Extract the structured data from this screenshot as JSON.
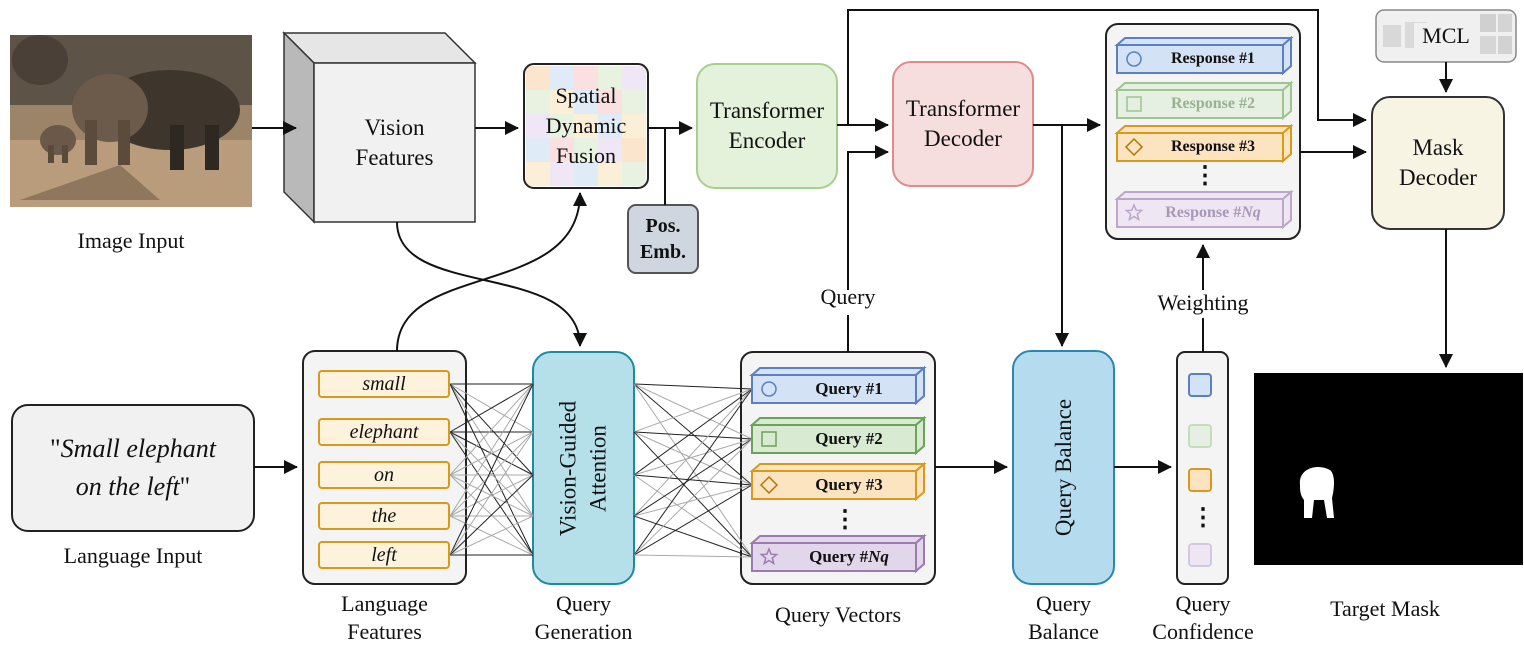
{
  "captions": {
    "image_input": "Image Input",
    "language_input": "Language Input",
    "language_features_1": "Language",
    "language_features_2": "Features",
    "query_generation_1": "Query",
    "query_generation_2": "Generation",
    "query_vectors": "Query Vectors",
    "query_balance_1": "Query",
    "query_balance_2": "Balance",
    "query_confidence_1": "Query",
    "query_confidence_2": "Confidence",
    "target_mask": "Target Mask",
    "query_arrow": "Query",
    "weighting": "Weighting"
  },
  "blocks": {
    "vision_features_1": "Vision",
    "vision_features_2": "Features",
    "sdf_1": "Spatial",
    "sdf_2": "Dynamic",
    "sdf_3": "Fusion",
    "pos_emb_1": "Pos.",
    "pos_emb_2": "Emb.",
    "transformer_encoder_1": "Transformer",
    "transformer_encoder_2": "Encoder",
    "transformer_decoder_1": "Transformer",
    "transformer_decoder_2": "Decoder",
    "mcl": "MCL",
    "mask_decoder_1": "Mask",
    "mask_decoder_2": "Decoder",
    "vision_guided_attention_1": "Vision-Guided",
    "vision_guided_attention_2": "Attention",
    "query_balance": "Query Balance"
  },
  "language_input": {
    "text_line1": "Small elephant",
    "text_line2": "on the left",
    "quote_open": "\"",
    "quote_close": "\""
  },
  "words": [
    "small",
    "elephant",
    "on",
    "the",
    "left"
  ],
  "queries": [
    {
      "prefix": "Query #",
      "suffix": "1",
      "icon": "circle-icon",
      "fill": "#d4e2f5",
      "stroke": "#5b7fc0"
    },
    {
      "prefix": "Query #",
      "suffix": "2",
      "icon": "square-icon",
      "fill": "#d9ead3",
      "stroke": "#6aa35a"
    },
    {
      "prefix": "Query #",
      "suffix": "3",
      "icon": "diamond-icon",
      "fill": "#fce4c0",
      "stroke": "#d89a1c"
    },
    {
      "prefix": "Query #",
      "suffix": "Nq",
      "icon": "star-icon",
      "fill": "#e2d6ea",
      "stroke": "#9b7bb0"
    }
  ],
  "responses": [
    {
      "prefix": "Response #",
      "suffix": "1",
      "icon": "circle-icon",
      "fill": "#d4e2f5",
      "stroke": "#5b7fc0",
      "faded": false
    },
    {
      "prefix": "Response #",
      "suffix": "2",
      "icon": "square-icon",
      "fill": "#e6f0e2",
      "stroke": "#9ec490",
      "faded": true
    },
    {
      "prefix": "Response #",
      "suffix": "3",
      "icon": "diamond-icon",
      "fill": "#fce4c0",
      "stroke": "#d89a1c",
      "faded": false
    },
    {
      "prefix": "Response #",
      "suffix": "Nq",
      "icon": "star-icon",
      "fill": "#eee6f2",
      "stroke": "#bca7cb",
      "faded": true
    }
  ],
  "ellipsis": "⋮",
  "colors": {
    "encoder_fill": "#e4f2dc",
    "encoder_stroke": "#a8d08d",
    "decoder_fill": "#f7dede",
    "decoder_stroke": "#e08a8a",
    "attention_fill": "#b5e0ea",
    "attention_stroke": "#1e8aa0",
    "balance_fill": "#b5dcee",
    "balance_stroke": "#2a86b5",
    "mask_decoder_fill": "#f7f4e4",
    "pos_emb_fill": "#cfd6e0",
    "word_fill": "#fdf2dc",
    "word_stroke": "#d89a1c"
  }
}
